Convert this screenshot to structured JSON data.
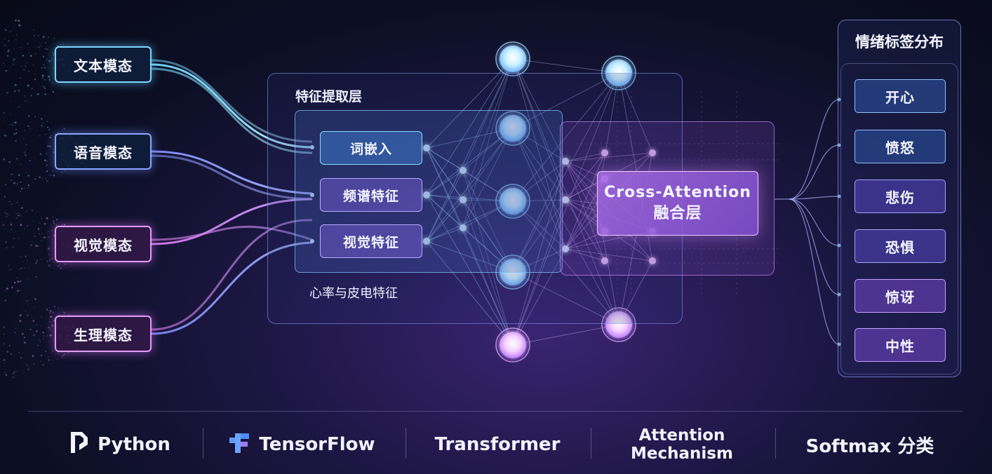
{
  "modalities": [
    {
      "label": "文本模态",
      "tone": "cyan"
    },
    {
      "label": "语音模态",
      "tone": "blue"
    },
    {
      "label": "视觉模态",
      "tone": "pink"
    },
    {
      "label": "生理模态",
      "tone": "pink"
    }
  ],
  "extraction": {
    "title": "特征提取层",
    "features": [
      "词嵌入",
      "频谱特征",
      "视觉特征"
    ],
    "extra_feature": "心率与皮电特征"
  },
  "fusion": {
    "line1": "Cross-Attention",
    "line2": "融合层"
  },
  "emotions": {
    "title": "情绪标签分布",
    "labels": [
      "开心",
      "愤怒",
      "悲伤",
      "恐惧",
      "惊讶",
      "中性"
    ]
  },
  "tech_stack": {
    "python": "Python",
    "tensorflow": "TensorFlow",
    "transformer": "Transformer",
    "attention_line1": "Attention",
    "attention_line2": "Mechanism",
    "softmax": "Softmax 分类"
  },
  "colors": {
    "cyan": "#7fd6ff",
    "blue": "#8aa6ff",
    "pink": "#e39cf5",
    "node_glow": "#dff6ff",
    "node_pink": "#f6d2ff"
  },
  "icons": [
    "python-icon",
    "tensorflow-icon"
  ]
}
